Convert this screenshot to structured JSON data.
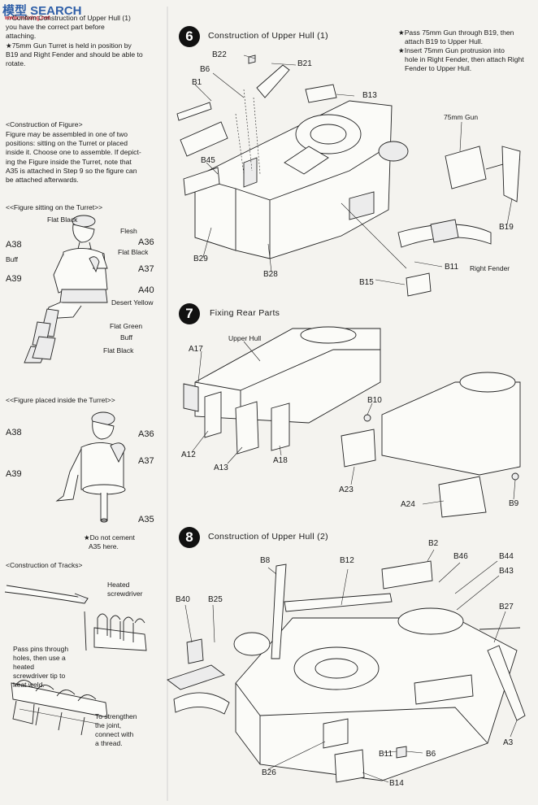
{
  "watermark": {
    "brand": "模型 SEARCH",
    "site": "www.moxing.net"
  },
  "left": {
    "intro_lines": [
      "☆Confirm Construction of Upper Hull (1)",
      "you have the correct part before",
      "attaching.",
      "★75mm Gun Turret is held in position by",
      "B19 and Right Fender and should be able to",
      "rotate."
    ],
    "figure_heading": "<Construction of Figure>",
    "figure_lines": [
      "Figure may be assembled in one of two",
      "positions: sitting on the Turret or placed",
      "inside it. Choose one to assemble. If depict-",
      "ing the Figure inside the Turret, note that",
      "A35 is attached in Step 9 so the figure can",
      "be attached afterwards."
    ],
    "sitting_heading": "<<Figure sitting on the Turret>>",
    "sitting_labels": {
      "flat_black_top": "Flat Black",
      "flesh": "Flesh",
      "a38": "A38",
      "a36": "A36",
      "flat_black_mid": "Flat Black",
      "buff": "Buff",
      "a37": "A37",
      "a39": "A39",
      "a40": "A40",
      "desert_yellow": "Desert Yellow",
      "flat_green": "Flat Green",
      "buff2": "Buff",
      "flat_black_bot": "Flat Black"
    },
    "inside_heading": "<<Figure placed inside the Turret>>",
    "inside_labels": {
      "a38": "A38",
      "a36": "A36",
      "a37": "A37",
      "a39": "A39",
      "a35": "A35"
    },
    "inside_note": [
      "★Do not cement",
      "A35 here."
    ],
    "tracks_heading": "<Construction of Tracks>",
    "tracks_labels": {
      "heated": "Heated",
      "screwdriver": "screwdriver",
      "pass_pins": [
        "Pass pins through",
        "holes, then use a",
        "heated",
        "screwdriver tip to",
        "heat weld."
      ],
      "strengthen": [
        "To strengthen",
        "the joint,",
        "connect with",
        "a thread."
      ]
    }
  },
  "step6": {
    "number": "6",
    "title": "Construction of Upper Hull (1)",
    "notes": [
      "★Pass 75mm Gun through B19, then",
      "attach B19 to Upper Hull.",
      "★Insert 75mm Gun protrusion into",
      "hole in Right Fender, then attach Right",
      "Fender to Upper Hull."
    ],
    "labels": {
      "b22": "B22",
      "b21": "B21",
      "b6": "B6",
      "b1": "B1",
      "b13": "B13",
      "gun": "75mm Gun",
      "b45": "B45",
      "b19": "B19",
      "b29": "B29",
      "b11": "B11",
      "right_fender": "Right Fender",
      "b28": "B28",
      "b15": "B15"
    }
  },
  "step7": {
    "number": "7",
    "title": "Fixing Rear Parts",
    "labels": {
      "upper_hull": "Upper Hull",
      "a17": "A17",
      "b10": "B10",
      "a12": "A12",
      "a13": "A13",
      "a18": "A18",
      "a23": "A23",
      "a24": "A24",
      "b9": "B9"
    }
  },
  "step8": {
    "number": "8",
    "title": "Construction of Upper Hull (2)",
    "labels": {
      "b2": "B2",
      "b8": "B8",
      "b12": "B12",
      "b46": "B46",
      "b44": "B44",
      "b43": "B43",
      "b40": "B40",
      "b25": "B25",
      "b27": "B27",
      "a3": "A3",
      "b11": "B11",
      "b6": "B6",
      "b26": "B26",
      "b14": "B14"
    }
  }
}
